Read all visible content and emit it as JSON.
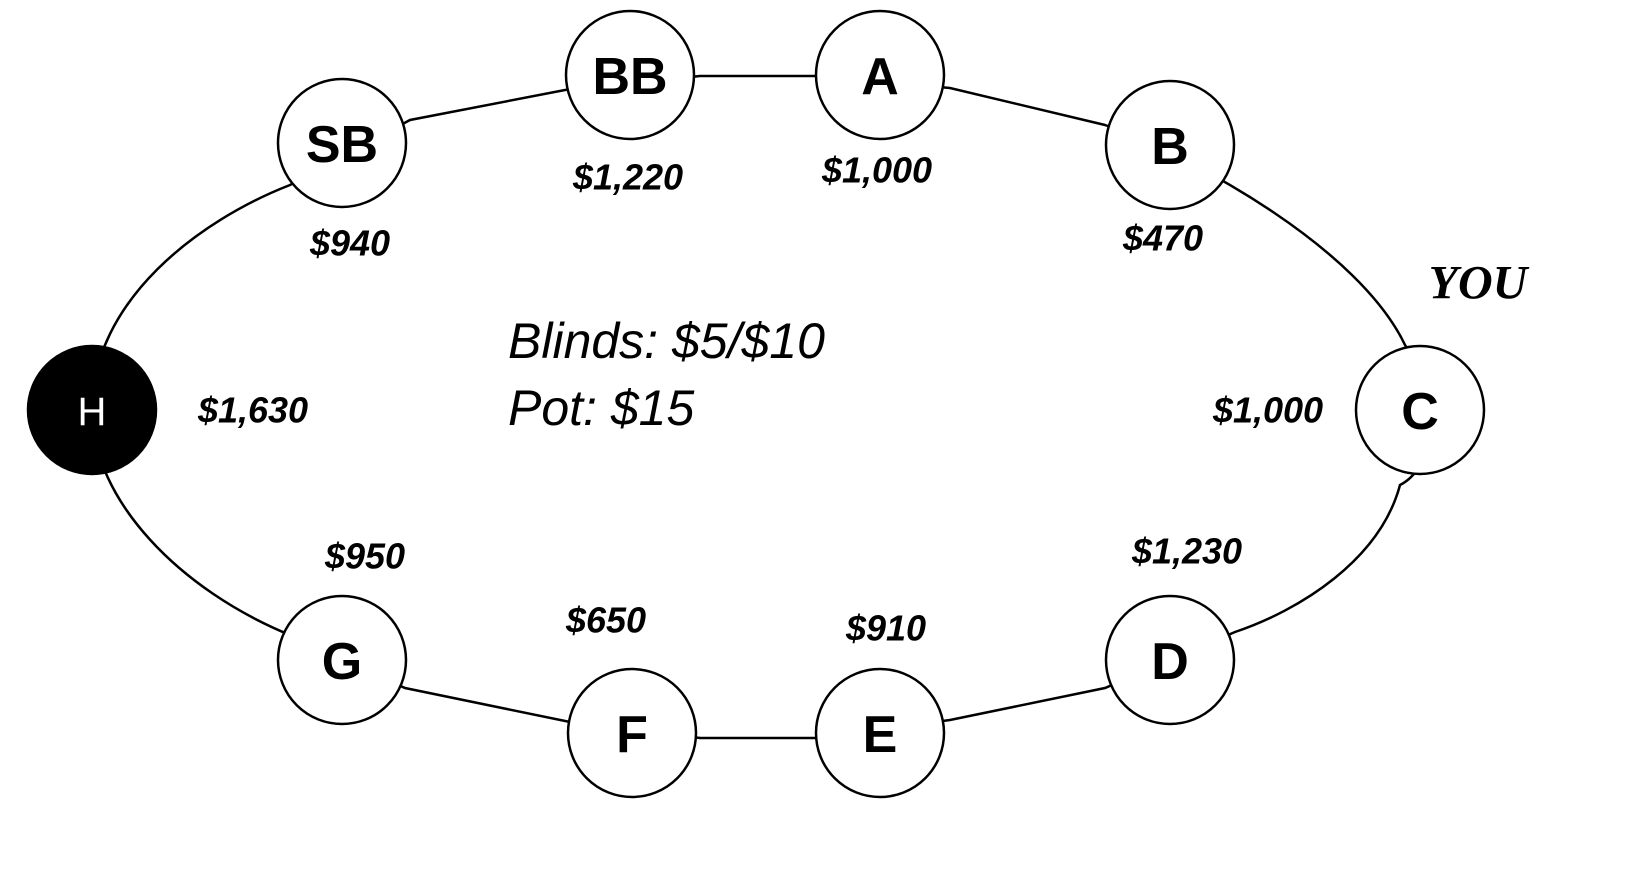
{
  "table": {
    "seats": [
      {
        "id": "sb",
        "label": "SB",
        "stack": "$940",
        "dealer": false
      },
      {
        "id": "bb",
        "label": "BB",
        "stack": "$1,220",
        "dealer": false
      },
      {
        "id": "a",
        "label": "A",
        "stack": "$1,000",
        "dealer": false
      },
      {
        "id": "b",
        "label": "B",
        "stack": "$470",
        "dealer": false
      },
      {
        "id": "c",
        "label": "C",
        "stack": "$1,000",
        "dealer": false
      },
      {
        "id": "d",
        "label": "D",
        "stack": "$1,230",
        "dealer": false
      },
      {
        "id": "e",
        "label": "E",
        "stack": "$910",
        "dealer": false
      },
      {
        "id": "f",
        "label": "F",
        "stack": "$650",
        "dealer": false
      },
      {
        "id": "g",
        "label": "G",
        "stack": "$950",
        "dealer": false
      },
      {
        "id": "h",
        "label": "H",
        "stack": "$1,630",
        "dealer": true
      }
    ],
    "you_label": "YOU",
    "blinds_text": "Blinds: $5/$10",
    "pot_text": "Pot: $15"
  }
}
